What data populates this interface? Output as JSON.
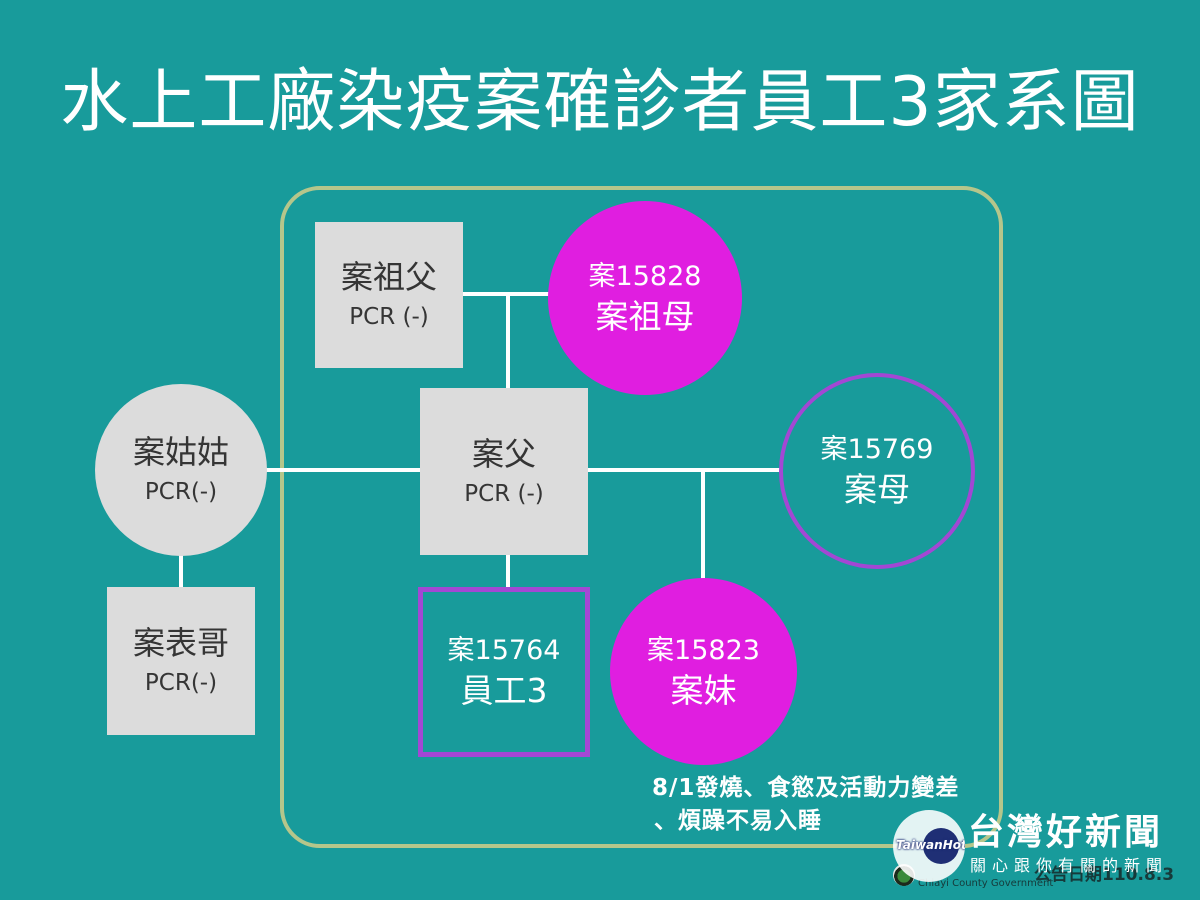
{
  "title": "水上工廠染疫案確診者員工3家系圖",
  "colors": {
    "background": "#189b9b",
    "frame": "#b5c68b",
    "negative_node": "#dcdcdc",
    "dark_text": "#353535",
    "confirmed_fill": "#e01ee0",
    "confirmed_outline": "#a347d4",
    "connector": "#ffffff",
    "text_light": "#ffffff"
  },
  "nodes": {
    "grandfather": {
      "name": "案祖父",
      "status": "PCR (-)"
    },
    "grandmother": {
      "case": "案15828",
      "name": "案祖母"
    },
    "father": {
      "name": "案父",
      "status": "PCR (-)"
    },
    "aunt": {
      "name": "案姑姑",
      "status": "PCR(-)"
    },
    "cousin": {
      "name": "案表哥",
      "status": "PCR(-)"
    },
    "mother": {
      "case": "案15769",
      "name": "案母"
    },
    "employee": {
      "case": "案15764",
      "name": "員工3"
    },
    "sister": {
      "case": "案15823",
      "name": "案妹"
    }
  },
  "note": {
    "line1": "8/1發燒、食慾及活動力變差",
    "line2": "、煩躁不易入睡"
  },
  "footer": {
    "gov_name_en": "Chiayi County Government",
    "publish_date": "公告日期110.8.3"
  },
  "watermark": {
    "logo_text": "TaiwanHot",
    "brand": "台灣好新聞",
    "slogan": "關心跟你有關的新聞"
  },
  "icons": {
    "watermark_logo": "taiwanhot-logo-icon",
    "footer_emblem": "chiayi-county-emblem-icon"
  }
}
